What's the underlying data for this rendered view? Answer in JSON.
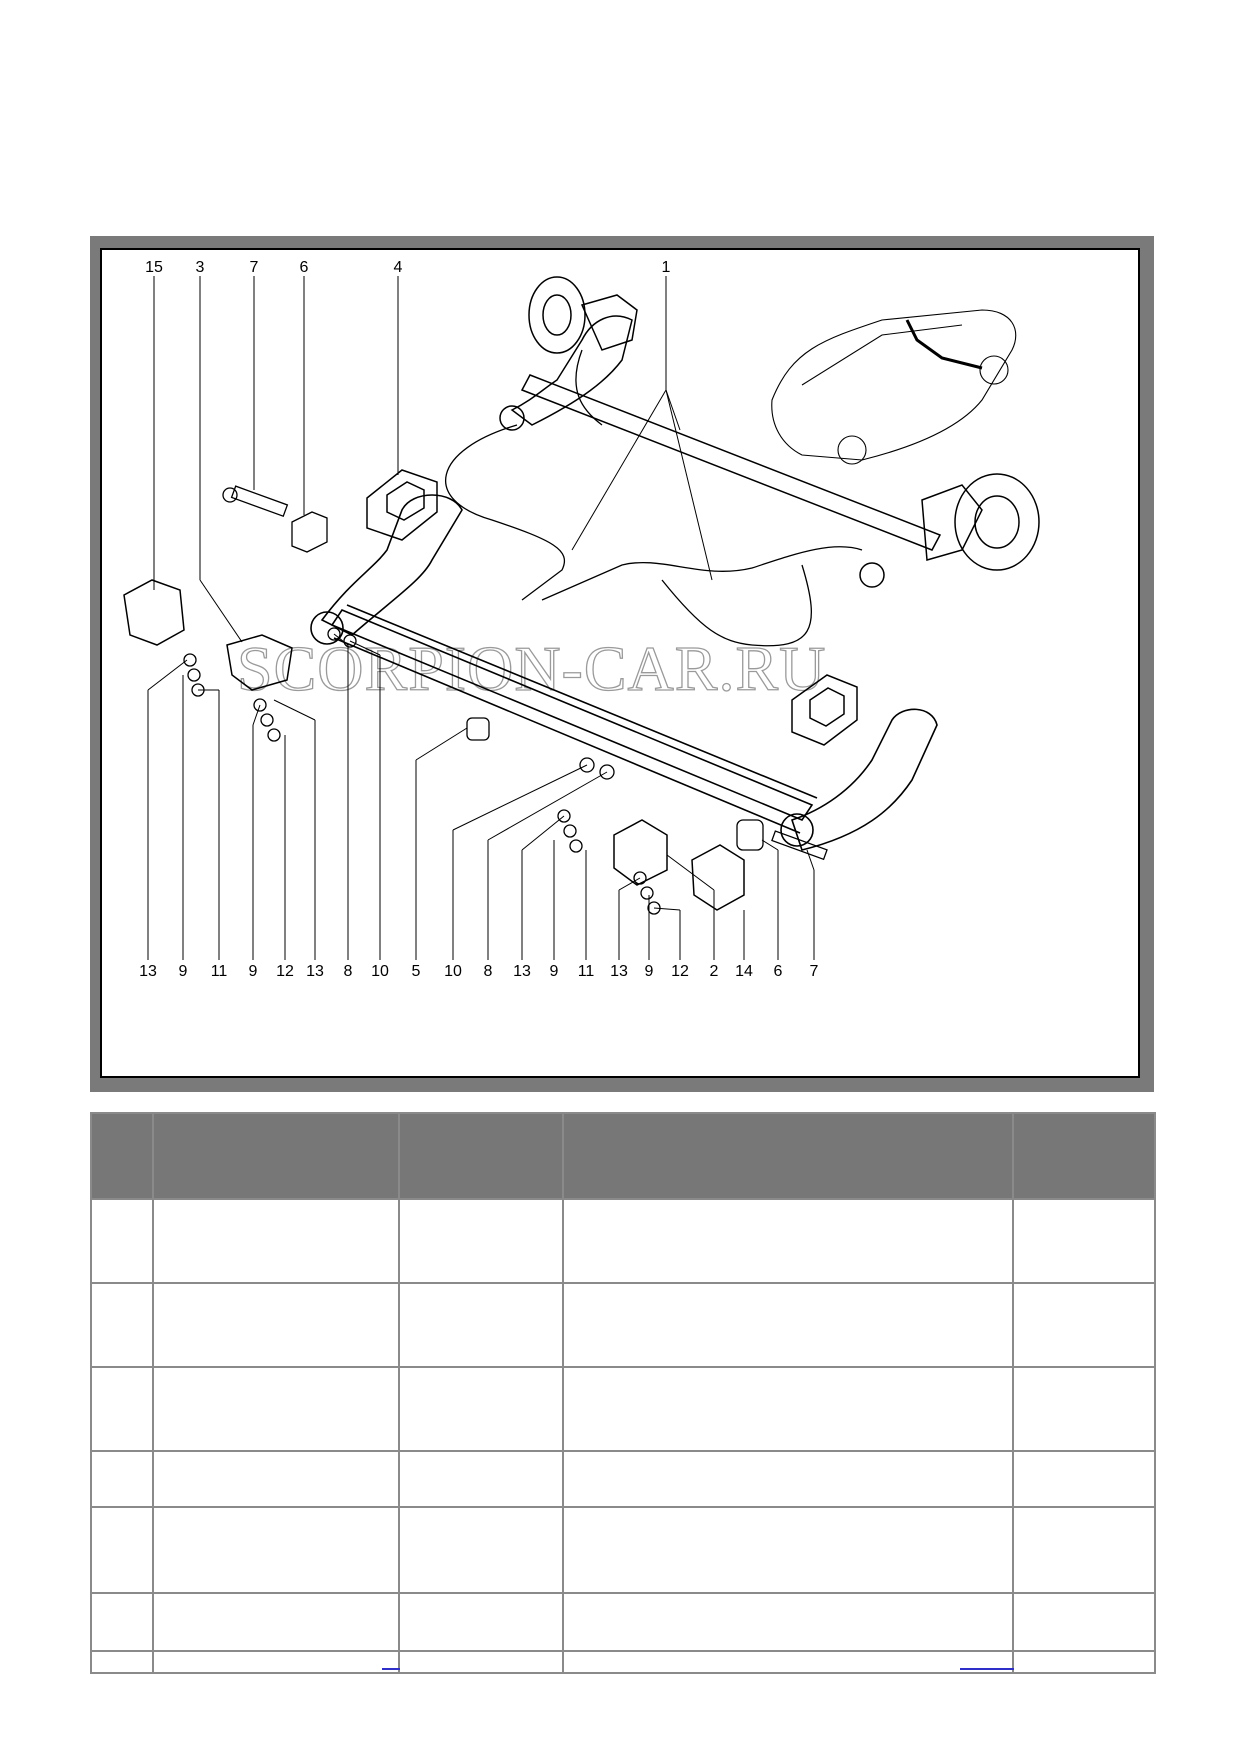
{
  "figure": {
    "callouts_top": [
      "15",
      "3",
      "7",
      "6",
      "4",
      "1"
    ],
    "callouts_bottom": [
      "13",
      "9",
      "11",
      "9",
      "12",
      "13",
      "8",
      "10",
      "5",
      "10",
      "8",
      "13",
      "9",
      "11",
      "13",
      "9",
      "12",
      "2",
      "14",
      "6",
      "7"
    ],
    "watermark": "SCORPION-CAR.RU",
    "colors": {
      "frame": "#7a7a7a",
      "line": "#000000",
      "watermark": "#9a9a9a"
    }
  },
  "table": {
    "header_color": "#777777",
    "link_color": "#2e2ec8"
  }
}
